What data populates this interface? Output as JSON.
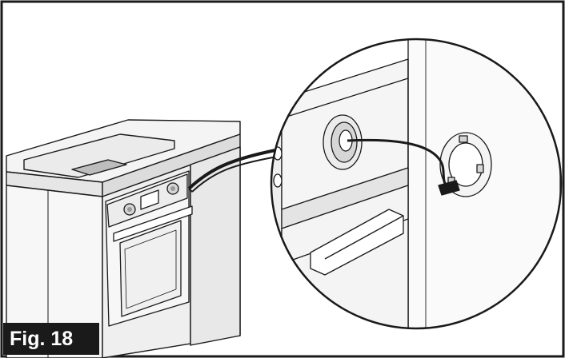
{
  "figure": {
    "label": "Fig. 18"
  },
  "colors": {
    "line": "#1a1a1a",
    "surface": "#f2f2f2",
    "shade": "#d9d9d9",
    "label_bg": "#1a1a1a",
    "label_text": "#ffffff"
  },
  "icons": [
    "oven-illustration",
    "cooktop-illustration",
    "cable-connector-illustration",
    "magnifier-circle"
  ]
}
